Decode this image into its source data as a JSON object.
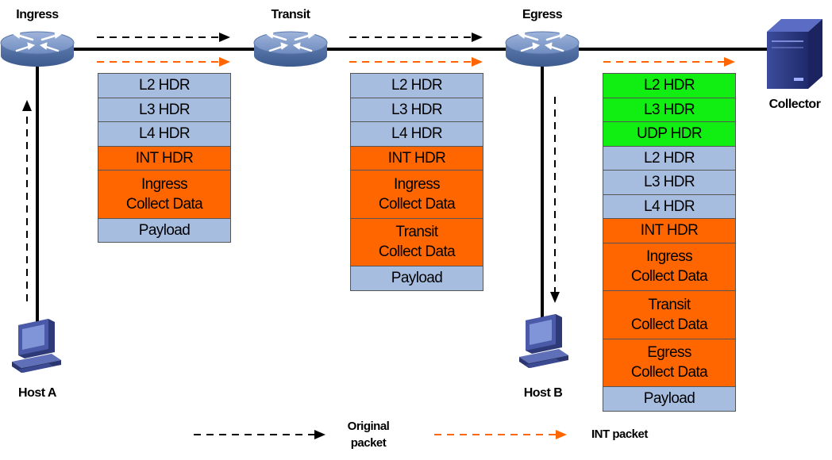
{
  "nodes": {
    "ingress": "Ingress",
    "transit": "Transit",
    "egress": "Egress",
    "collector": "Collector",
    "host_a": "Host A",
    "host_b": "Host B"
  },
  "stacks": {
    "ingress": [
      {
        "label": "L2 HDR",
        "color": "blue"
      },
      {
        "label": "L3 HDR",
        "color": "blue"
      },
      {
        "label": "L4 HDR",
        "color": "blue"
      },
      {
        "label": "INT HDR",
        "color": "orange"
      },
      {
        "label": "Ingress\nCollect Data",
        "color": "orange"
      },
      {
        "label": "Payload",
        "color": "blue"
      }
    ],
    "transit": [
      {
        "label": "L2 HDR",
        "color": "blue"
      },
      {
        "label": "L3 HDR",
        "color": "blue"
      },
      {
        "label": "L4 HDR",
        "color": "blue"
      },
      {
        "label": "INT HDR",
        "color": "orange"
      },
      {
        "label": "Ingress\nCollect Data",
        "color": "orange"
      },
      {
        "label": "Transit\nCollect Data",
        "color": "orange"
      },
      {
        "label": "Payload",
        "color": "blue"
      }
    ],
    "egress": [
      {
        "label": "L2 HDR",
        "color": "green"
      },
      {
        "label": "L3 HDR",
        "color": "green"
      },
      {
        "label": "UDP HDR",
        "color": "green"
      },
      {
        "label": "L2 HDR",
        "color": "blue"
      },
      {
        "label": "L3 HDR",
        "color": "blue"
      },
      {
        "label": "L4 HDR",
        "color": "blue"
      },
      {
        "label": "INT HDR",
        "color": "orange"
      },
      {
        "label": "Ingress\nCollect Data",
        "color": "orange"
      },
      {
        "label": "Transit\nCollect Data",
        "color": "orange"
      },
      {
        "label": "Egress\nCollect Data",
        "color": "orange"
      },
      {
        "label": "Payload",
        "color": "blue"
      }
    ]
  },
  "legend": {
    "original": "Original\npacket",
    "int": "INT packet"
  },
  "colors": {
    "blue": "#a7bde0",
    "orange": "#ff6600",
    "green": "#11ee11",
    "router": "#6a86b8",
    "arrow_orange": "#ff6600"
  }
}
